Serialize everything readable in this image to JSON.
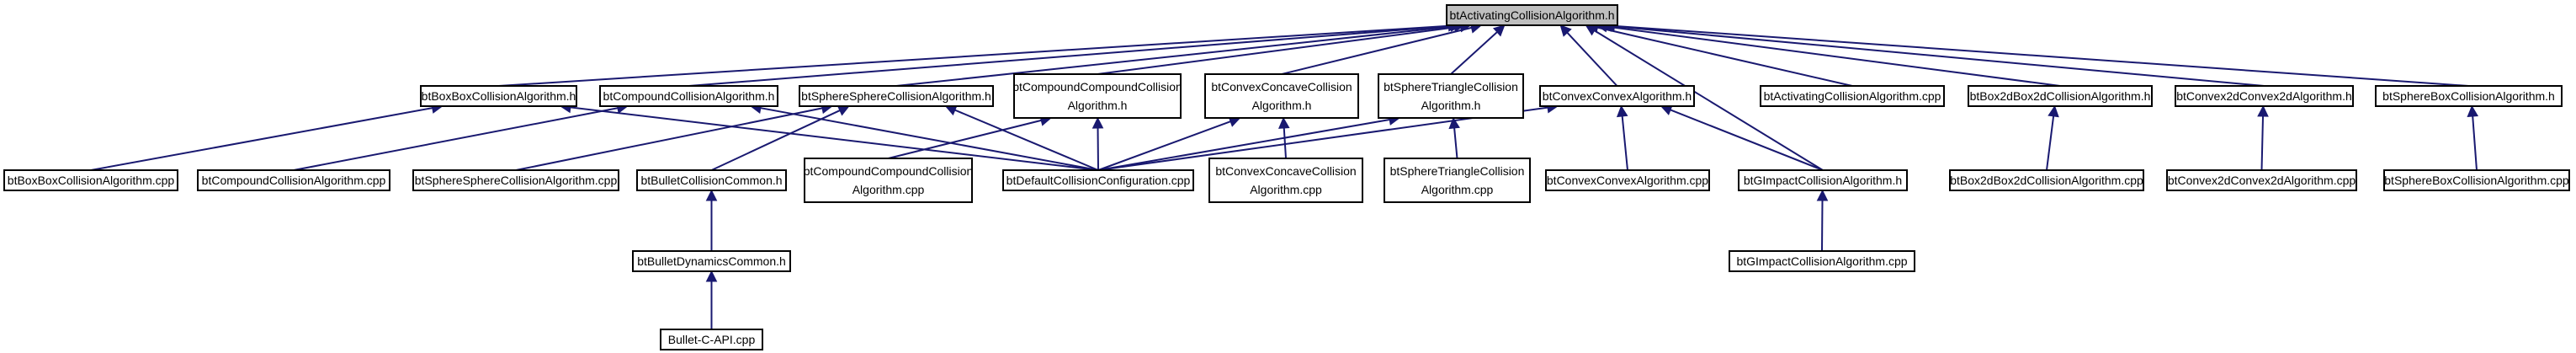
{
  "graph": {
    "colors": {
      "edge": "#191970",
      "node_border": "#000000",
      "root_fill": "#bfbfbf",
      "node_fill": "#ffffff"
    },
    "nodes": [
      {
        "id": "root",
        "lines": [
          "btActivatingCollisionAlgorithm.h"
        ],
        "highlight": true
      },
      {
        "id": "boxbox_h",
        "lines": [
          "btBoxBoxCollisionAlgorithm.h"
        ]
      },
      {
        "id": "compound_h",
        "lines": [
          "btCompoundCollisionAlgorithm.h"
        ]
      },
      {
        "id": "spheresphere_h",
        "lines": [
          "btSphereSphereCollisionAlgorithm.h"
        ]
      },
      {
        "id": "compcomp_h",
        "lines": [
          "btCompoundCompoundCollision",
          "Algorithm.h"
        ]
      },
      {
        "id": "convexconcave_h",
        "lines": [
          "btConvexConcaveCollision",
          "Algorithm.h"
        ]
      },
      {
        "id": "spheretri_h",
        "lines": [
          "btSphereTriangleCollision",
          "Algorithm.h"
        ]
      },
      {
        "id": "convexconvex_h",
        "lines": [
          "btConvexConvexAlgorithm.h"
        ]
      },
      {
        "id": "activating_cpp",
        "lines": [
          "btActivatingCollisionAlgorithm.cpp"
        ]
      },
      {
        "id": "box2d_h",
        "lines": [
          "btBox2dBox2dCollisionAlgorithm.h"
        ]
      },
      {
        "id": "convex2d_h",
        "lines": [
          "btConvex2dConvex2dAlgorithm.h"
        ]
      },
      {
        "id": "spherebox_h",
        "lines": [
          "btSphereBoxCollisionAlgorithm.h"
        ]
      },
      {
        "id": "boxbox_cpp",
        "lines": [
          "btBoxBoxCollisionAlgorithm.cpp"
        ]
      },
      {
        "id": "compound_cpp",
        "lines": [
          "btCompoundCollisionAlgorithm.cpp"
        ]
      },
      {
        "id": "spheresphere_cpp",
        "lines": [
          "btSphereSphereCollisionAlgorithm.cpp"
        ]
      },
      {
        "id": "bulletcommon_h",
        "lines": [
          "btBulletCollisionCommon.h"
        ]
      },
      {
        "id": "compcomp_cpp",
        "lines": [
          "btCompoundCompoundCollision",
          "Algorithm.cpp"
        ]
      },
      {
        "id": "defaultconfig_cpp",
        "lines": [
          "btDefaultCollisionConfiguration.cpp"
        ]
      },
      {
        "id": "convexconcave_cpp",
        "lines": [
          "btConvexConcaveCollision",
          "Algorithm.cpp"
        ]
      },
      {
        "id": "spheretri_cpp",
        "lines": [
          "btSphereTriangleCollision",
          "Algorithm.cpp"
        ]
      },
      {
        "id": "convexconvex_cpp",
        "lines": [
          "btConvexConvexAlgorithm.cpp"
        ]
      },
      {
        "id": "gimpact_h",
        "lines": [
          "btGImpactCollisionAlgorithm.h"
        ]
      },
      {
        "id": "box2d_cpp",
        "lines": [
          "btBox2dBox2dCollisionAlgorithm.cpp"
        ]
      },
      {
        "id": "convex2d_cpp",
        "lines": [
          "btConvex2dConvex2dAlgorithm.cpp"
        ]
      },
      {
        "id": "spherebox_cpp",
        "lines": [
          "btSphereBoxCollisionAlgorithm.cpp"
        ]
      },
      {
        "id": "dynamics_h",
        "lines": [
          "btBulletDynamicsCommon.h"
        ]
      },
      {
        "id": "gimpact_cpp",
        "lines": [
          "btGImpactCollisionAlgorithm.cpp"
        ]
      },
      {
        "id": "capi_cpp",
        "lines": [
          "Bullet-C-API.cpp"
        ]
      }
    ],
    "edges": [
      {
        "from": "root",
        "to": "boxbox_h"
      },
      {
        "from": "root",
        "to": "compound_h"
      },
      {
        "from": "root",
        "to": "spheresphere_h"
      },
      {
        "from": "root",
        "to": "compcomp_h"
      },
      {
        "from": "root",
        "to": "convexconcave_h"
      },
      {
        "from": "root",
        "to": "spheretri_h"
      },
      {
        "from": "root",
        "to": "convexconvex_h"
      },
      {
        "from": "root",
        "to": "gimpact_h"
      },
      {
        "from": "root",
        "to": "activating_cpp"
      },
      {
        "from": "root",
        "to": "box2d_h"
      },
      {
        "from": "root",
        "to": "convex2d_h"
      },
      {
        "from": "root",
        "to": "spherebox_h"
      },
      {
        "from": "boxbox_h",
        "to": "boxbox_cpp"
      },
      {
        "from": "boxbox_h",
        "to": "defaultconfig_cpp"
      },
      {
        "from": "compound_h",
        "to": "compound_cpp"
      },
      {
        "from": "compound_h",
        "to": "defaultconfig_cpp"
      },
      {
        "from": "spheresphere_h",
        "to": "spheresphere_cpp"
      },
      {
        "from": "spheresphere_h",
        "to": "bulletcommon_h"
      },
      {
        "from": "spheresphere_h",
        "to": "defaultconfig_cpp"
      },
      {
        "from": "compcomp_h",
        "to": "compcomp_cpp"
      },
      {
        "from": "compcomp_h",
        "to": "defaultconfig_cpp"
      },
      {
        "from": "convexconcave_h",
        "to": "defaultconfig_cpp"
      },
      {
        "from": "convexconcave_h",
        "to": "convexconcave_cpp"
      },
      {
        "from": "spheretri_h",
        "to": "defaultconfig_cpp"
      },
      {
        "from": "spheretri_h",
        "to": "spheretri_cpp"
      },
      {
        "from": "convexconvex_h",
        "to": "defaultconfig_cpp"
      },
      {
        "from": "convexconvex_h",
        "to": "convexconvex_cpp"
      },
      {
        "from": "convexconvex_h",
        "to": "gimpact_h"
      },
      {
        "from": "gimpact_h",
        "to": "gimpact_cpp"
      },
      {
        "from": "box2d_h",
        "to": "box2d_cpp"
      },
      {
        "from": "convex2d_h",
        "to": "convex2d_cpp"
      },
      {
        "from": "spherebox_h",
        "to": "spherebox_cpp"
      },
      {
        "from": "bulletcommon_h",
        "to": "dynamics_h"
      },
      {
        "from": "dynamics_h",
        "to": "capi_cpp"
      }
    ]
  }
}
